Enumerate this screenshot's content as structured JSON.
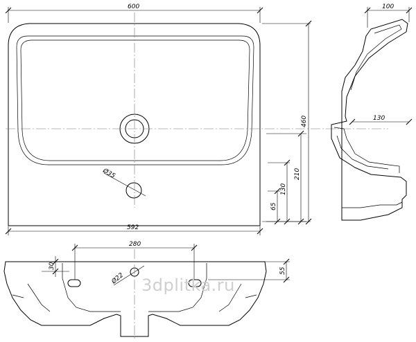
{
  "dimensions": {
    "overall_width": "600",
    "base_width": "592",
    "depth": "460",
    "side_top": "100",
    "side_mid": "130",
    "height_210": "210",
    "height_130": "130",
    "height_65": "65",
    "bottom_280": "280",
    "bottom_30": "30",
    "bottom_55": "55",
    "hole_dia_top": "Ø35",
    "hole_dia_bottom": "Ø22"
  },
  "watermark": "3dplitka.ru"
}
